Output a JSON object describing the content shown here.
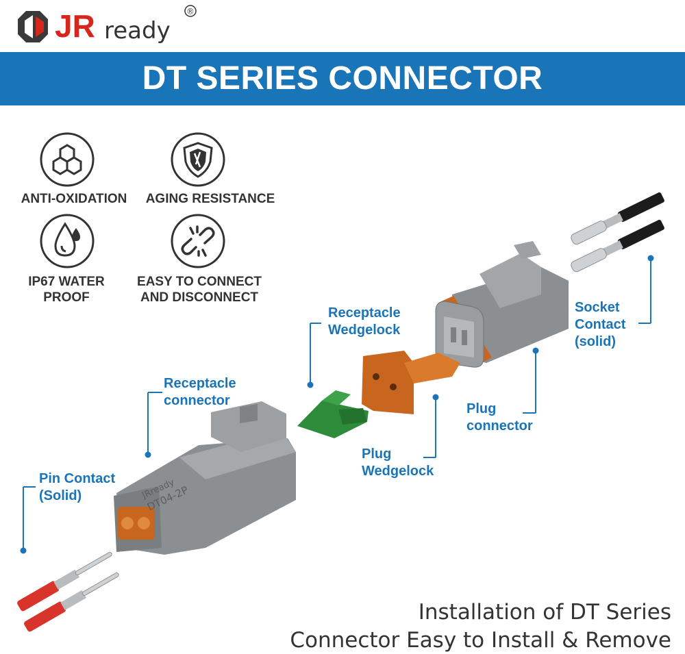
{
  "brand": {
    "logo_text": "JRready",
    "trademark": "®"
  },
  "banner": {
    "title": "DT SERIES CONNECTOR"
  },
  "features": [
    {
      "icon": "hexagon-molecule-icon",
      "label_line1": "ANTI-OXIDATION",
      "label_line2": ""
    },
    {
      "icon": "shield-icon",
      "label_line1": "AGING RESISTANCE",
      "label_line2": ""
    },
    {
      "icon": "water-drop-icon",
      "label_line1": "IP67 WATER",
      "label_line2": "PROOF"
    },
    {
      "icon": "broken-link-icon",
      "label_line1": "EASY TO CONNECT",
      "label_line2": "AND DISCONNECT"
    }
  ],
  "callouts": {
    "receptacle_wedgelock": {
      "line1": "Receptacle",
      "line2": "Wedgelock"
    },
    "socket_contact": {
      "line1": "Socket",
      "line2": "Contact",
      "line3": "(solid)"
    },
    "receptacle_connector": {
      "line1": "Receptacle",
      "line2": "connector"
    },
    "plug_connector": {
      "line1": "Plug",
      "line2": "connector"
    },
    "plug_wedgelock": {
      "line1": "Plug",
      "line2": "Wedgelock"
    },
    "pin_contact": {
      "line1": "Pin Contact",
      "line2": "(Solid)"
    }
  },
  "product_marking": {
    "model": "DT04-2P",
    "brand": "JRready"
  },
  "caption": {
    "line1": "Installation of DT Series",
    "line2": "Connector Easy to Install & Remove"
  },
  "colors": {
    "accent_blue": "#1a74b8",
    "brand_red": "#d7261e",
    "connector_grey": "#8c8f92",
    "wedge_orange": "#c8651e",
    "wedge_green": "#2e8b3a",
    "wire_red": "#d9342b"
  }
}
